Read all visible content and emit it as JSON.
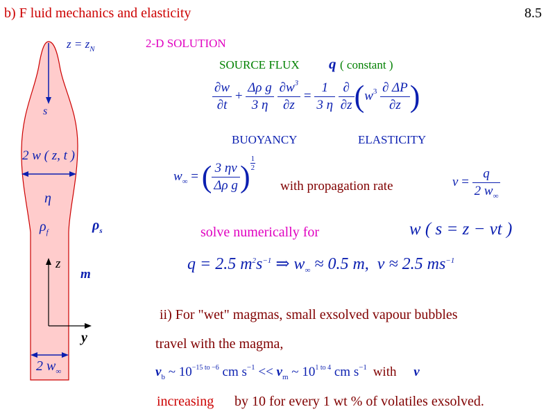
{
  "header": {
    "title": "b) F luid mechanics and elasticity",
    "page_number": "8.5"
  },
  "diagram": {
    "z_top": "z = z",
    "z_top_sub": "N",
    "s_label": "s",
    "width_label": "2 w ( z, t )",
    "eta_label": "η",
    "rho_f": "ρ",
    "rho_f_sub": "f",
    "rho_s": "ρ",
    "rho_s_sub": "s",
    "z_axis": "z",
    "y_axis": "y",
    "m_label": "m",
    "base_width": "2 w",
    "base_width_sub": "∞"
  },
  "content": {
    "solution_title": "2-D SOLUTION",
    "source_flux": "SOURCE FLUX",
    "q_symbol": "q",
    "constant": "( constant )",
    "eq1": {
      "t1_num": "∂w",
      "t1_den": "∂t",
      "plus": "+",
      "t2a_num": "Δρ g",
      "t2a_den": "3 η",
      "t2b_num": "∂w",
      "t2b_num_sup": "3",
      "t2b_den": "∂z",
      "equals": "=",
      "t3_num": "1",
      "t3_den": "3 η",
      "t4_num": "∂",
      "t4_den": "∂z",
      "w3": "w",
      "w3_sup": "3",
      "t5_num": "∂ ΔP",
      "t5_den": "∂z"
    },
    "buoyancy": "BUOYANCY",
    "elasticity": "ELASTICITY",
    "eq2": {
      "lhs": "w",
      "lhs_sub": "∞",
      "equals": "=",
      "num": "3 ηv",
      "den": "Δρ g",
      "exp_num": "1",
      "exp_den": "2"
    },
    "propagation_text": "with propagation rate",
    "eq3": {
      "lhs": "v",
      "equals": "=",
      "num": "q",
      "den": "2 w",
      "den_sub": "∞"
    },
    "solve_text": "solve numerically for",
    "solve_eq": "w ( s = z − vt )",
    "result": {
      "q_part": "q = 2.5 m",
      "q_sup": "2",
      "s_part": "s",
      "s_sup": "−1",
      "implies": "⇒",
      "w_part": "w",
      "w_sub": "∞",
      "w_val": "≈ 0.5 m,",
      "v_part": "v ≈ 2.5 ms",
      "v_sup": "−1"
    },
    "wet1": "ii) For \"wet\" magmas, small exsolved vapour bubbles",
    "wet2": "travel with the magma,",
    "vb": {
      "vb": "v",
      "vb_sub": "b",
      "tilde1": "~ 10",
      "exp1": "−15 to −6",
      "unit1": "cm s",
      "unit1_sup": "−1",
      "ll": "<<",
      "vm": "v",
      "vm_sub": "m",
      "tilde2": "~ 10",
      "exp2": "1 to 4",
      "unit2": "cm s",
      "unit2_sup": "−1",
      "with": "with",
      "nu": "ν"
    },
    "increasing": "increasing",
    "increasing_rest": "by 10 for every 1 wt % of volatiles exsolved."
  }
}
